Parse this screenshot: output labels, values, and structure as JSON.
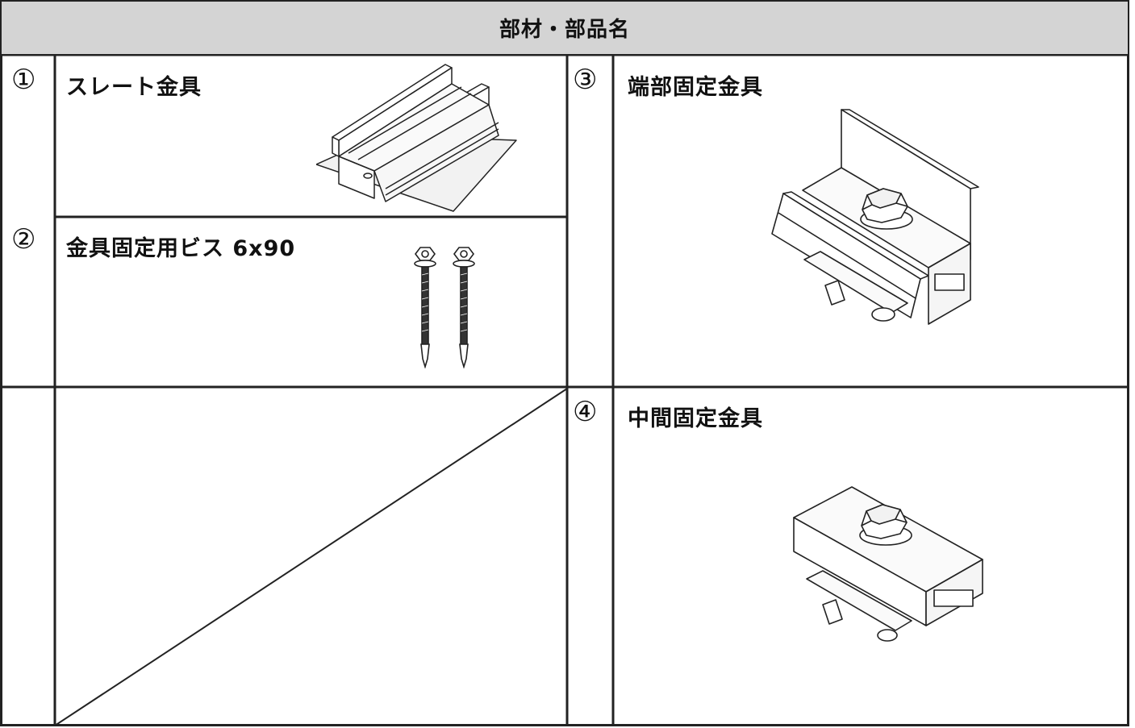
{
  "table": {
    "header": "部材・部品名",
    "items": [
      {
        "no": "①",
        "name": "スレート金具",
        "icon": "slate-bracket-illustration"
      },
      {
        "no": "②",
        "name": "金具固定用ビス 6x90",
        "icon": "fixing-screw-illustration"
      },
      {
        "no": "③",
        "name": "端部固定金具",
        "icon": "end-clamp-illustration"
      },
      {
        "no": "④",
        "name": "中間固定金具",
        "icon": "middle-clamp-illustration"
      }
    ]
  }
}
